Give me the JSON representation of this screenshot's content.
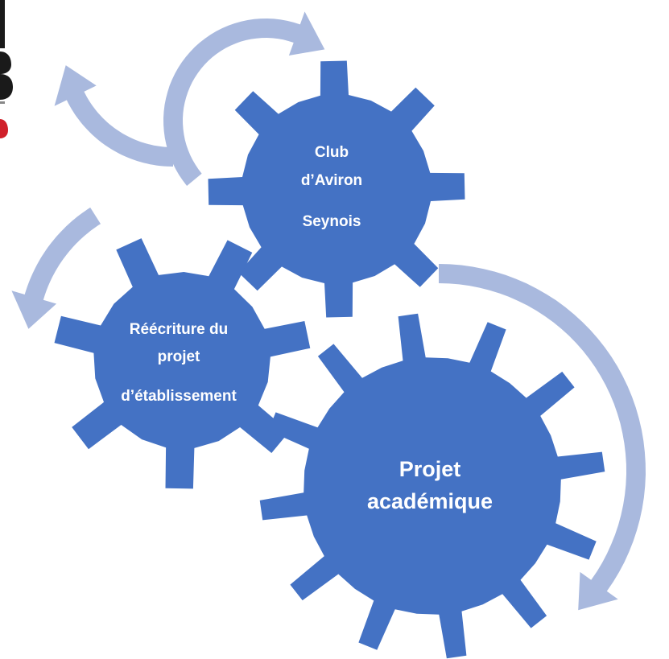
{
  "colors": {
    "gear_fill": "#4472c4",
    "arrow_fill": "#a9b9de",
    "label_text": "#ffffff",
    "background": "#ffffff",
    "logo_dark": "#1a1a1a",
    "logo_red": "#d0202a"
  },
  "diagram": {
    "gears": [
      {
        "id": "club",
        "lines": [
          "Club",
          "d’Aviron",
          "Seynois"
        ]
      },
      {
        "id": "etablissement",
        "lines": [
          "Réécriture du",
          "projet",
          "d’établissement"
        ]
      },
      {
        "id": "academique",
        "lines": [
          "Projet",
          "académique"
        ]
      }
    ],
    "arrows": [
      {
        "id": "top-right",
        "icon": "curved-arrow-icon"
      },
      {
        "id": "top-left",
        "icon": "curved-arrow-icon"
      },
      {
        "id": "left",
        "icon": "curved-arrow-icon"
      },
      {
        "id": "right",
        "icon": "curved-arrow-icon"
      }
    ],
    "logo_icon": "cropped-logo-icon"
  }
}
